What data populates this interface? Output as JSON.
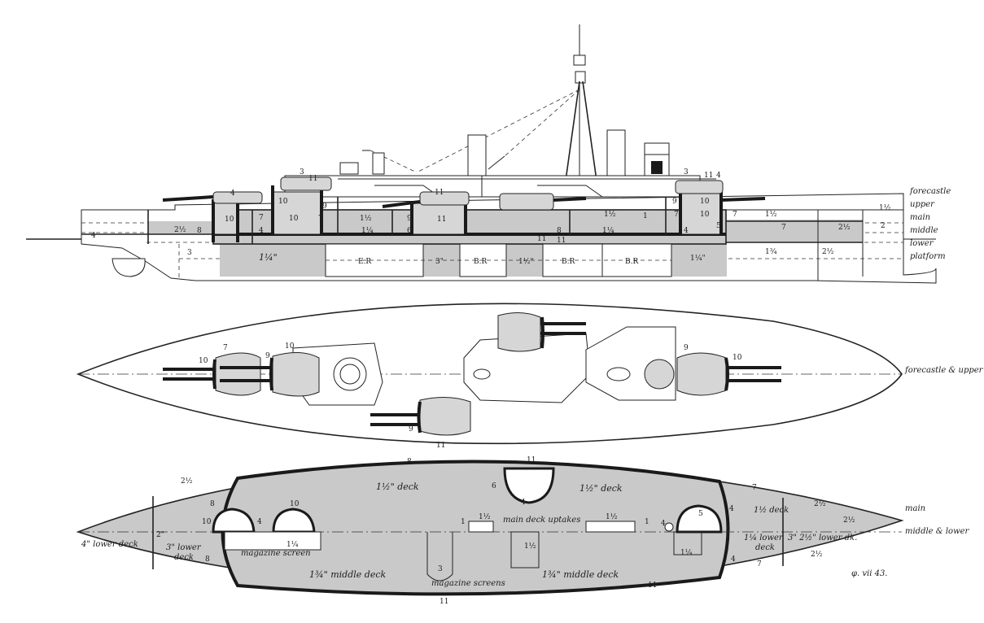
{
  "profile": {
    "deck_labels": [
      "forecastle",
      "upper",
      "main",
      "middle",
      "lower",
      "platform"
    ],
    "compartments": [
      "E.R",
      "B.R",
      "B.R",
      "B.R"
    ],
    "belt_labels": [
      "1¼\"",
      "3\"",
      "1½\"",
      "1¼\""
    ],
    "armour": [
      "4",
      "2½",
      "8",
      "3",
      "10",
      "11",
      "4",
      "3",
      "10",
      "10",
      "9",
      "7",
      "4",
      "7",
      "1½",
      "11",
      "9",
      "6",
      "11",
      "1¼",
      "8",
      "11",
      "1¼",
      "1",
      "1½",
      "4",
      "10",
      "7",
      "10",
      "7",
      "9",
      "3",
      "11",
      "4",
      "5",
      "1½",
      "7",
      "2½",
      "1¾",
      "2½",
      "1½",
      "2",
      "11"
    ]
  },
  "plan_upper": {
    "deck_label": "forecastle & upper",
    "armour": [
      "7",
      "10",
      "9",
      "10",
      "9",
      "11",
      "9",
      "10"
    ]
  },
  "plan_main": {
    "deck_labels": [
      "main",
      "middle & lower"
    ],
    "armour": [
      "2½",
      "8",
      "8",
      "11",
      "6",
      "4",
      "10",
      "10",
      "4",
      "2\"",
      "8",
      "1½",
      "1½",
      "1",
      "1",
      "3",
      "1½",
      "4",
      "5",
      "4",
      "7",
      "2½",
      "2½",
      "1¼",
      "4",
      "7",
      "2½",
      "11",
      "11"
    ],
    "notes": {
      "lower_deck_4": "4\" lower deck",
      "lower_deck_3a": "3\" lower",
      "lower_deck_3b": "deck",
      "deck_1half_left": "1½\" deck",
      "deck_1half_right": "1½\" deck",
      "magazine_screen": "magazine screen",
      "magazine_screen_num": "1¼",
      "uptakes": "main deck uptakes",
      "middle_deck_left": "1¾\" middle deck",
      "middle_deck_right": "1¾\" middle deck",
      "magazine_screens": "magazine screens",
      "deck_fwd_main": "1½ deck",
      "lower_deck_fwd_a": "1¼ lower",
      "lower_deck_fwd_b": "deck",
      "lower_dk_fwd": "3\" 2½\" lower dk."
    }
  },
  "signature": "φ. vii 43."
}
